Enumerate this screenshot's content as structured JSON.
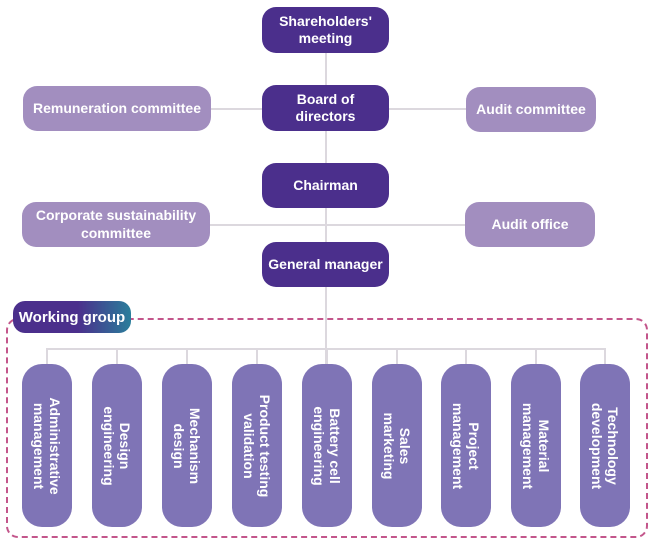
{
  "colors": {
    "primary_dark": "#4b2f8c",
    "secondary_light": "#a28ebf",
    "department": "#7f74b6",
    "connector": "#dcd8de",
    "group_border": "#c3568b",
    "badge_gradient_end": "#2a7e9b"
  },
  "governance": {
    "shareholders": "Shareholders'\nmeeting",
    "board": "Board of\ndirectors",
    "remuneration": "Remuneration committee",
    "audit_committee": "Audit committee",
    "chairman": "Chairman",
    "sustainability": "Corporate sustainability\ncommittee",
    "audit_office": "Audit office",
    "general_manager": "General manager"
  },
  "working_group": {
    "label": "Working group",
    "departments": [
      {
        "label": "Administrative\nmanagement"
      },
      {
        "label": "Design\nengineering"
      },
      {
        "label": "Mechanism\ndesign"
      },
      {
        "label": "Product testing\nvalidation"
      },
      {
        "label": "Battery cell\nengineering"
      },
      {
        "label": "Sales\nmarketing"
      },
      {
        "label": "Project\nmanagement"
      },
      {
        "label": "Material\nmanagement"
      },
      {
        "label": "Technology\ndevelopment"
      }
    ]
  }
}
